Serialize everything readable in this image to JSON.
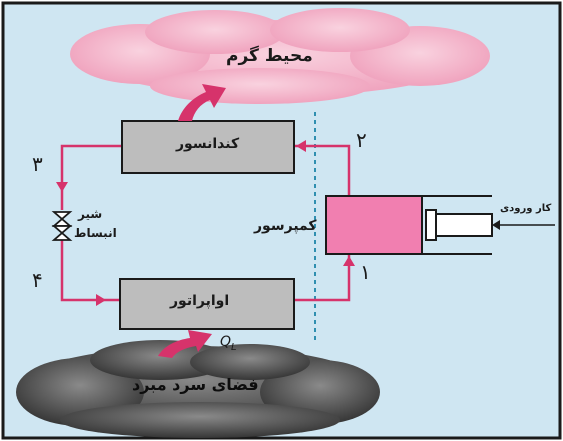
{
  "labels": {
    "hot_environment": "محیط گرم",
    "condenser": "کندانسور",
    "evaporator": "اواپراتور",
    "compressor": "کمپرسور",
    "expansion_valve_line1": "شیر",
    "expansion_valve_line2": "انبساط",
    "work_input": "کار ورودی",
    "cold_space": "فضای سرد مبرد",
    "heat_symbol": "QL"
  },
  "state_numbers": {
    "n1": "۱",
    "n2": "۲",
    "n3": "۳",
    "n4": "۴"
  },
  "colors": {
    "background": "#cfe6f2",
    "frame_border": "#1a1a1a",
    "pipe": "#d6336b",
    "box_fill": "#bdbdbd",
    "compressor_fill": "#f17fb0",
    "hot_cloud": "#f4b7cc",
    "cold_cloud": "#5d5d5d",
    "dashed_line": "#2f8fb0"
  }
}
